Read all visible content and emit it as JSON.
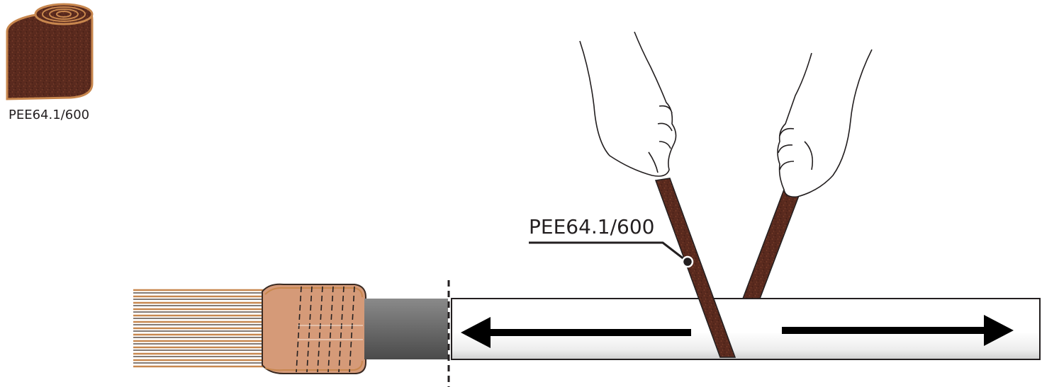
{
  "product": {
    "code": "PEE64.1/600",
    "caption": "PEE64.1/600"
  },
  "callout": {
    "label": "PEE64.1/600"
  },
  "colors": {
    "abrasive": "#5a2a1e",
    "abrasive_edge": "#c8874e",
    "conductor_copper": "#d59a78",
    "wire_outline": "#3a2a22",
    "insulation": "#6e6e6e",
    "cable_body": "#ffffff",
    "outline": "#231f20"
  },
  "icons": {
    "roll": "abrasive-roll-icon",
    "left_arrow": "arrow-left-icon",
    "right_arrow": "arrow-right-icon",
    "left_hand": "hand-left-icon",
    "right_hand": "hand-right-icon"
  }
}
